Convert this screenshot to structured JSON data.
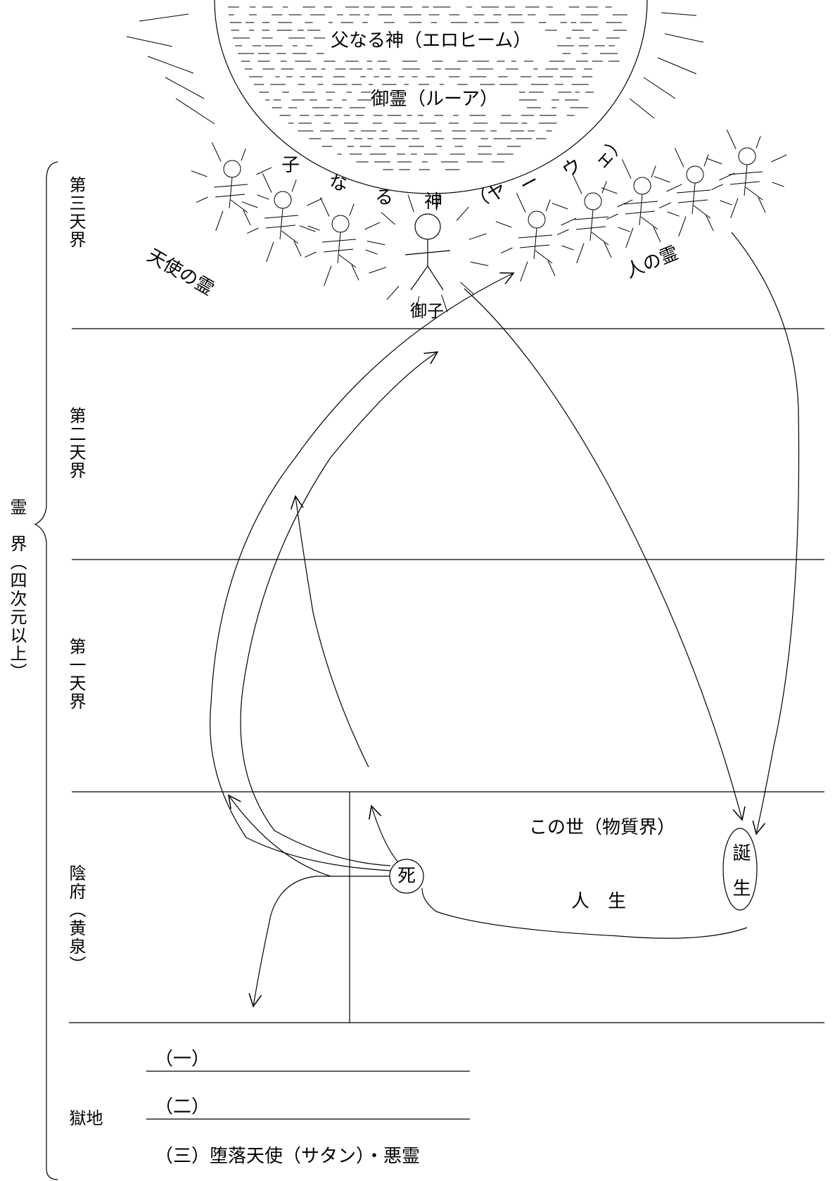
{
  "colors": {
    "ink": "#000000",
    "background": "#ffffff"
  },
  "god": {
    "father": "父なる神（エロヒーム）",
    "spirit": "御霊（ルーア）",
    "son_chars": [
      "子",
      "な",
      "る",
      "神",
      "（ヤ",
      "ー",
      "ウ",
      "ェ）"
    ]
  },
  "labels": {
    "angel_spirits": "天使の霊",
    "human_spirits": "人の霊",
    "the_son": "御子",
    "this_world": "この世（物質界）",
    "life": "人　生",
    "death": "死",
    "birth": "誕生"
  },
  "realms": {
    "spirit_world": "霊　界（四次元以上）",
    "third_heaven": "第三天界",
    "second_heaven": "第二天界",
    "first_heaven": "第一天界",
    "hades": "陰府（黄泉）",
    "hell": "地獄"
  },
  "hell_levels": {
    "one": "（一）",
    "two": "（二）",
    "three": "（三）堕落天使（サタン）・悪霊"
  }
}
